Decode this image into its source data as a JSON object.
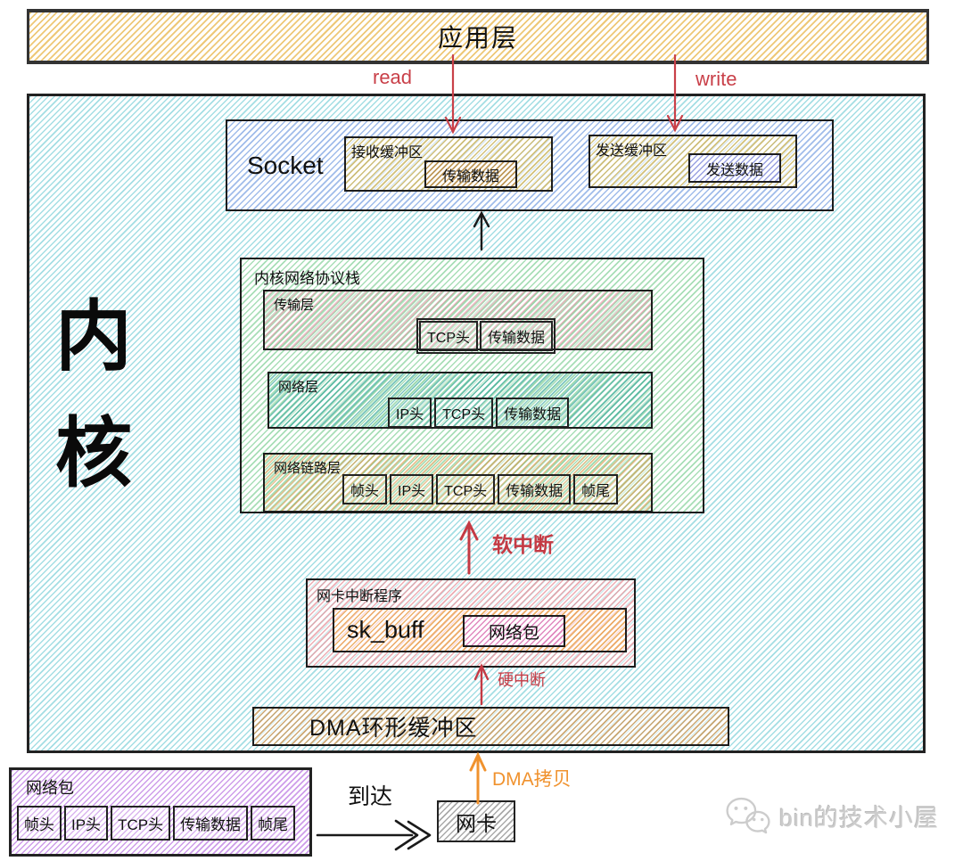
{
  "colors": {
    "accent_red": "#c94049",
    "accent_orange": "#f0922e",
    "app_layer_hatch": "#ebbe5f",
    "kernel_hatch": "#5ac3cd",
    "socket_hatch": "#78a0e1",
    "stack_hatch": "#6ec887",
    "packet_hatch": "#b973e1",
    "watermark_gray": "#cccccc"
  },
  "app_layer": {
    "label": "应用层"
  },
  "kernel": {
    "label": "内核"
  },
  "annotations": {
    "read": "read",
    "write": "write",
    "soft_irq": "软中断",
    "hard_irq": "硬中断",
    "dma_copy": "DMA拷贝",
    "arrive": "到达"
  },
  "socket": {
    "label": "Socket",
    "recv_buffer": {
      "label": "接收缓冲区",
      "data": "传输数据"
    },
    "send_buffer": {
      "label": "发送缓冲区",
      "data": "发送数据"
    }
  },
  "protocol_stack": {
    "label": "内核网络协议栈",
    "layers": [
      {
        "name": "传输层",
        "cells": [
          "TCP头",
          "传输数据"
        ]
      },
      {
        "name": "网络层",
        "cells": [
          "IP头",
          "TCP头",
          "传输数据"
        ]
      },
      {
        "name": "网络链路层",
        "cells": [
          "帧头",
          "IP头",
          "TCP头",
          "传输数据",
          "帧尾"
        ]
      }
    ]
  },
  "nic_interrupt": {
    "label": "网卡中断程序",
    "skbuff": "sk_buff",
    "packet": "网络包"
  },
  "dma_ring": {
    "label": "DMA环形缓冲区"
  },
  "incoming_packet": {
    "label": "网络包",
    "cells": [
      "帧头",
      "IP头",
      "TCP头",
      "传输数据",
      "帧尾"
    ]
  },
  "nic": {
    "label": "网卡"
  },
  "watermark": {
    "text": "bin的技术小屋"
  }
}
